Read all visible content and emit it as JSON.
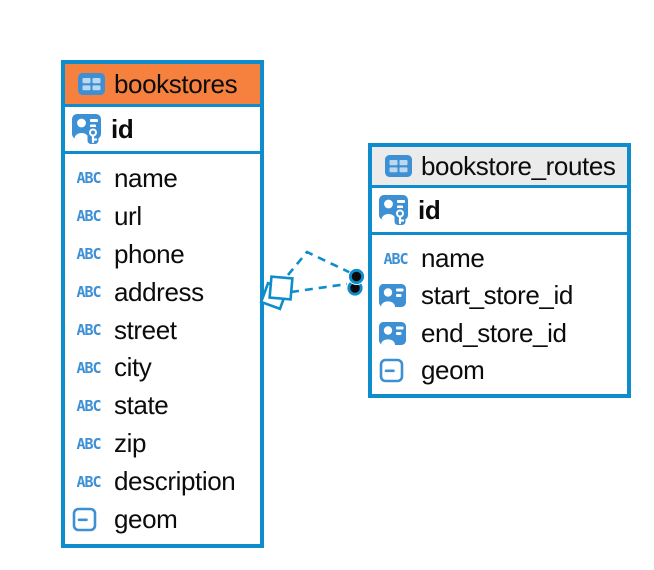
{
  "colors": {
    "accent_blue": "#0E8CCB",
    "icon_blue": "#3E90D4",
    "icon_cell_blue": "#BCD7F0",
    "bookstores_header_orange": "#F6813F",
    "routes_header_gray": "#EBEBEB",
    "text": "#0c0c0c",
    "dot_fill": "#0b0b0b",
    "canvas_background": "#FFFFFF"
  },
  "icons": {
    "text_type_label": "ABC"
  },
  "tables": [
    {
      "name": "bookstores",
      "key_column": "id",
      "columns": [
        "name",
        "url",
        "phone",
        "address",
        "street",
        "city",
        "state",
        "zip",
        "description",
        "geom"
      ],
      "column_types": [
        "text",
        "text",
        "text",
        "text",
        "text",
        "text",
        "text",
        "text",
        "text",
        "geometry"
      ]
    },
    {
      "name": "bookstore_routes",
      "key_column": "id",
      "columns": [
        "name",
        "start_store_id",
        "end_store_id",
        "geom"
      ],
      "column_types": [
        "text",
        "reference",
        "reference",
        "geometry"
      ]
    }
  ],
  "relationship": {
    "between": [
      "bookstores",
      "bookstore_routes"
    ],
    "line_style": "dashed",
    "line_count": 2,
    "end_markers": [
      "diamond-pair",
      "dot-pair"
    ]
  }
}
